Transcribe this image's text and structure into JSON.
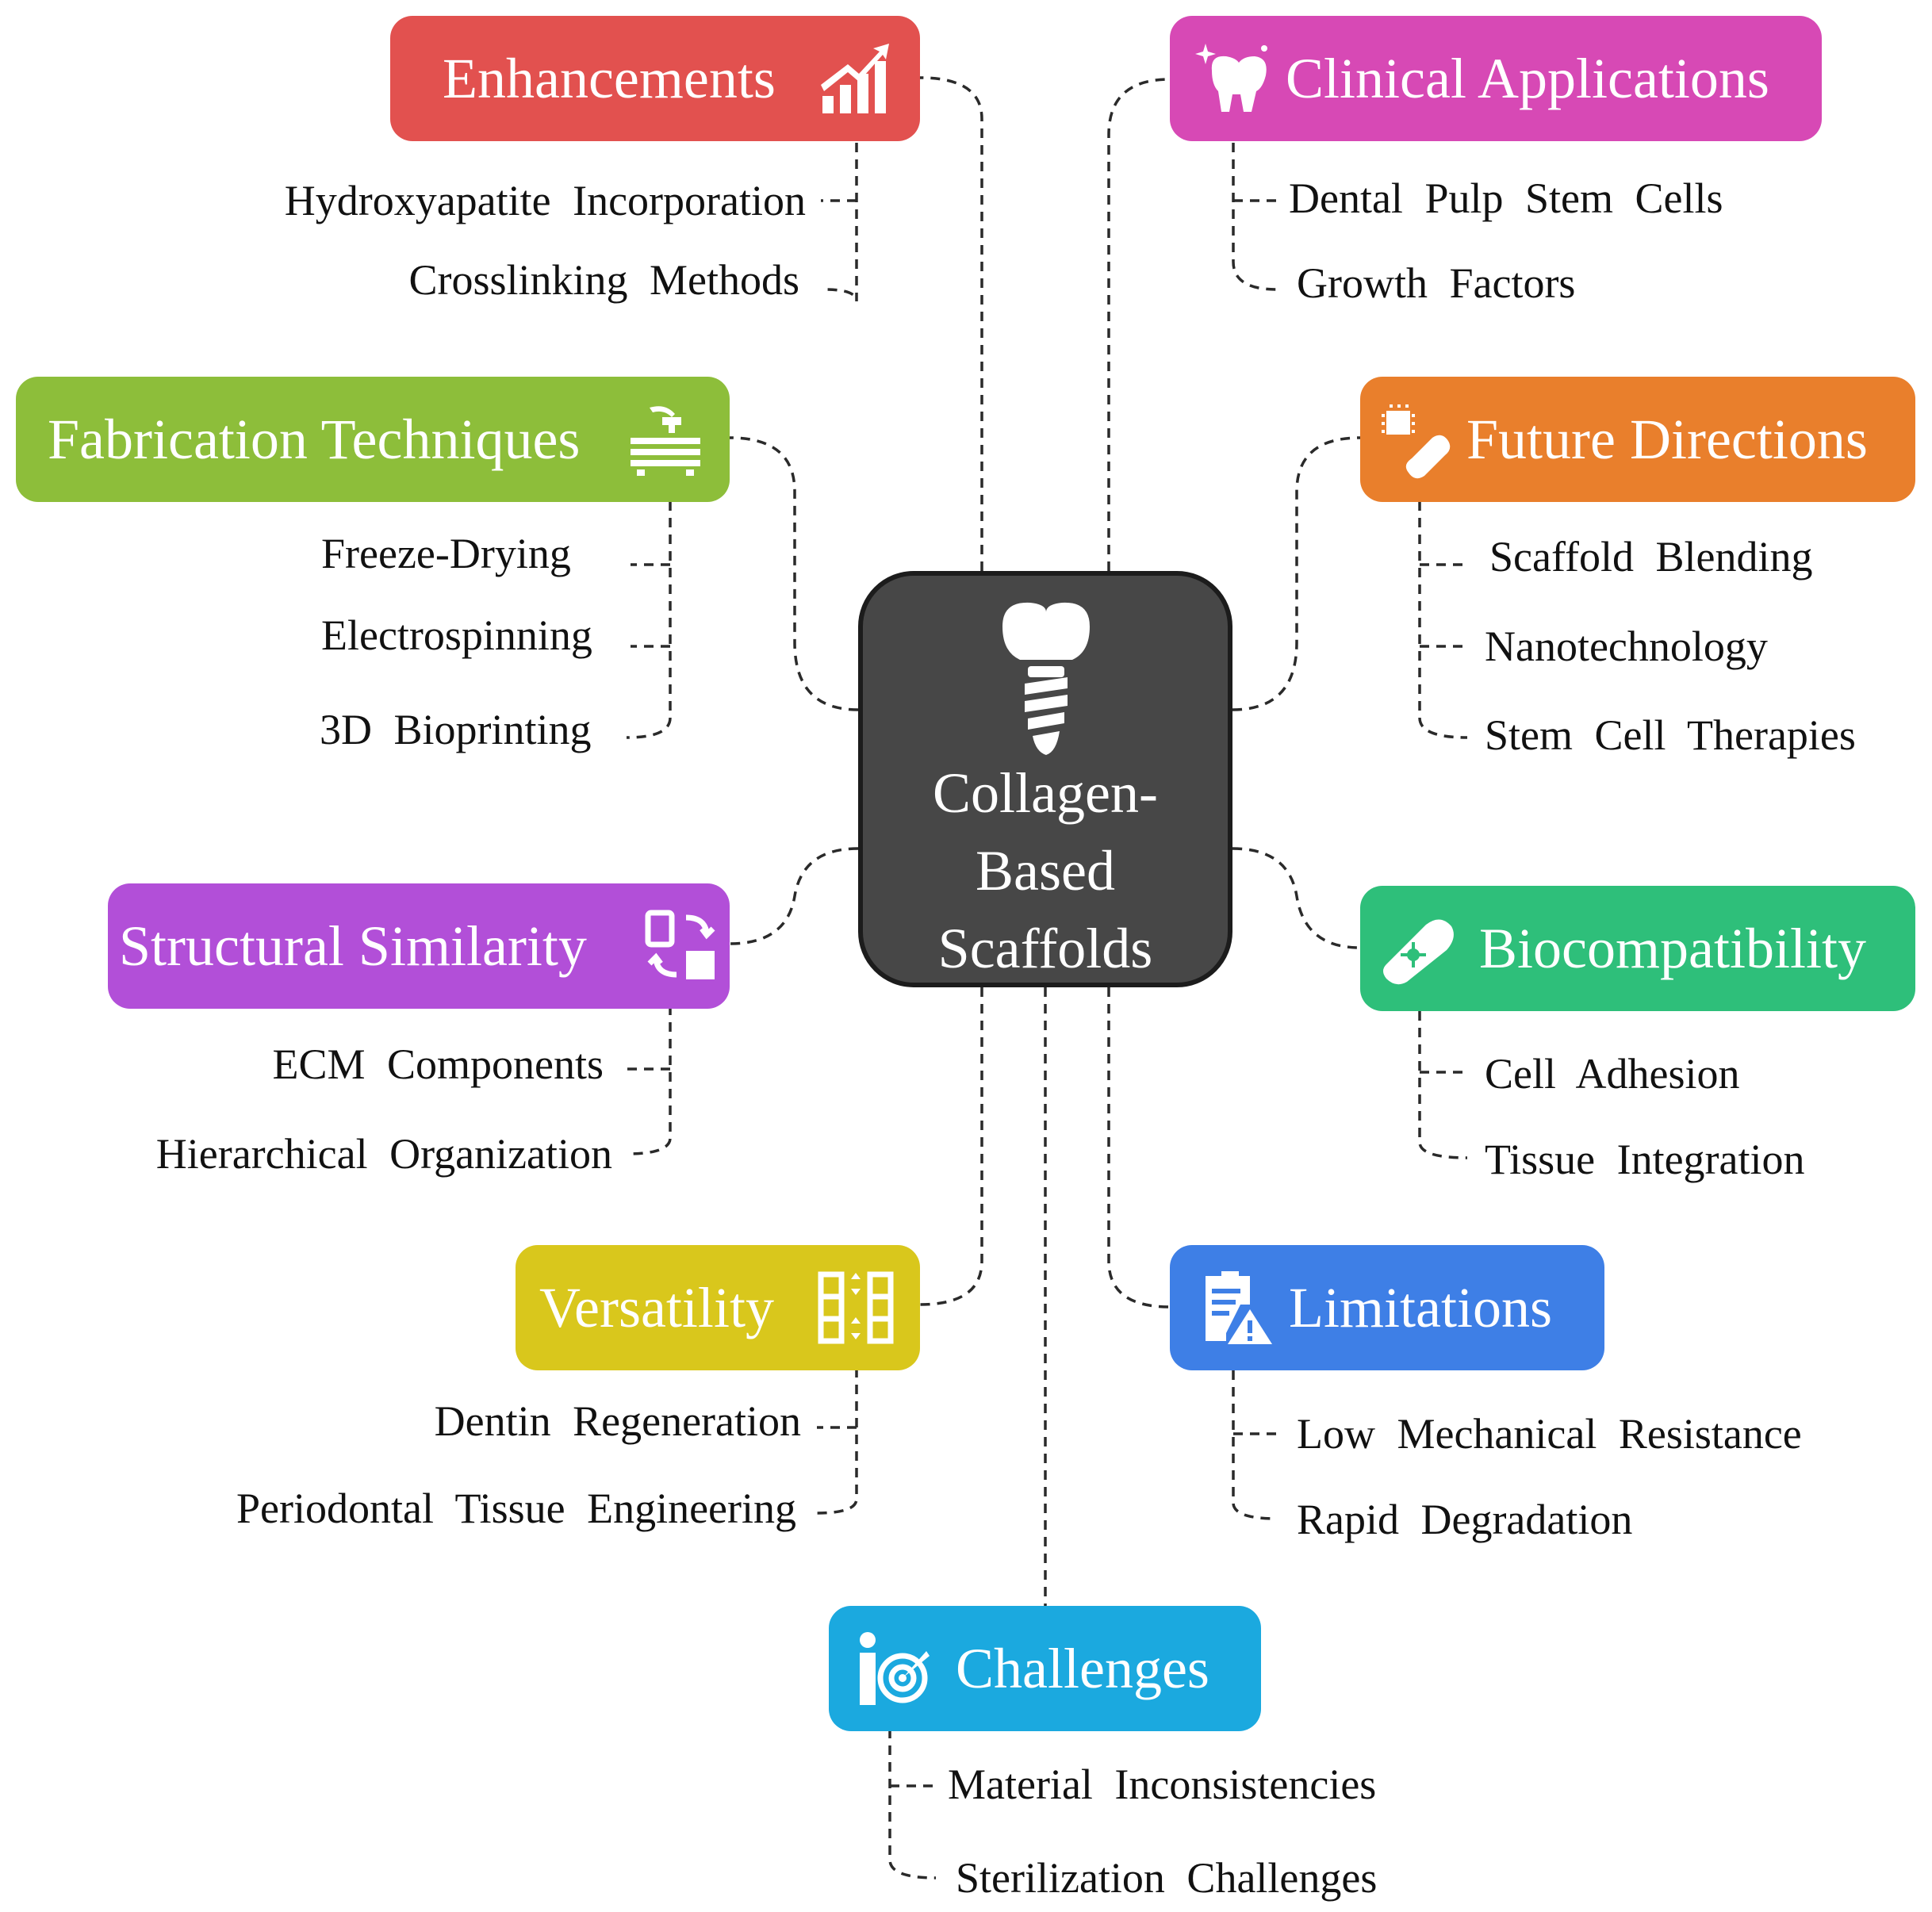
{
  "center": {
    "title": "Collagen-\nBased\nScaffolds",
    "icon": "dental-implant-icon",
    "color": "#474747"
  },
  "categories": [
    {
      "id": "enhancements",
      "label": "Enhancements",
      "icon": "bar-chart-growth-icon",
      "color": "#E2514F",
      "items": [
        "Hydroxyapatite Incorporation",
        "Crosslinking Methods"
      ]
    },
    {
      "id": "clinical_applications",
      "label": "Clinical Applications",
      "icon": "tooth-sparkle-icon",
      "color": "#D749B5",
      "items": [
        "Dental Pulp Stem Cells",
        "Growth Factors"
      ]
    },
    {
      "id": "fabrication_techniques",
      "label": "Fabrication Techniques",
      "icon": "3d-printer-icon",
      "color": "#8DBE3A",
      "items": [
        "Freeze-Drying",
        "Electrospinning",
        "3D Bioprinting"
      ]
    },
    {
      "id": "future_directions",
      "label": "Future Directions",
      "icon": "chip-capsule-icon",
      "color": "#E97F2C",
      "items": [
        "Scaffold Blending",
        "Nanotechnology",
        "Stem Cell Therapies"
      ]
    },
    {
      "id": "structural_similarity",
      "label": "Structural Similarity",
      "icon": "shapes-transform-icon",
      "color": "#B24FD8",
      "items": [
        "ECM Components",
        "Hierarchical Organization"
      ]
    },
    {
      "id": "biocompatibility",
      "label": "Biocompatibility",
      "icon": "capsule-icon",
      "color": "#2EBF7A",
      "items": [
        "Cell Adhesion",
        "Tissue Integration"
      ]
    },
    {
      "id": "versatility",
      "label": "Versatility",
      "icon": "layout-arrange-icon",
      "color": "#D9C71C",
      "items": [
        "Dentin Regeneration",
        "Periodontal Tissue Engineering"
      ]
    },
    {
      "id": "limitations",
      "label": "Limitations",
      "icon": "document-warning-icon",
      "color": "#3E7FE6",
      "items": [
        "Low Mechanical Resistance",
        "Rapid Degradation"
      ]
    },
    {
      "id": "challenges",
      "label": "Challenges",
      "icon": "person-target-icon",
      "color": "#1BA9DF",
      "items": [
        "Material Inconsistencies",
        "Sterilization Challenges"
      ]
    }
  ]
}
